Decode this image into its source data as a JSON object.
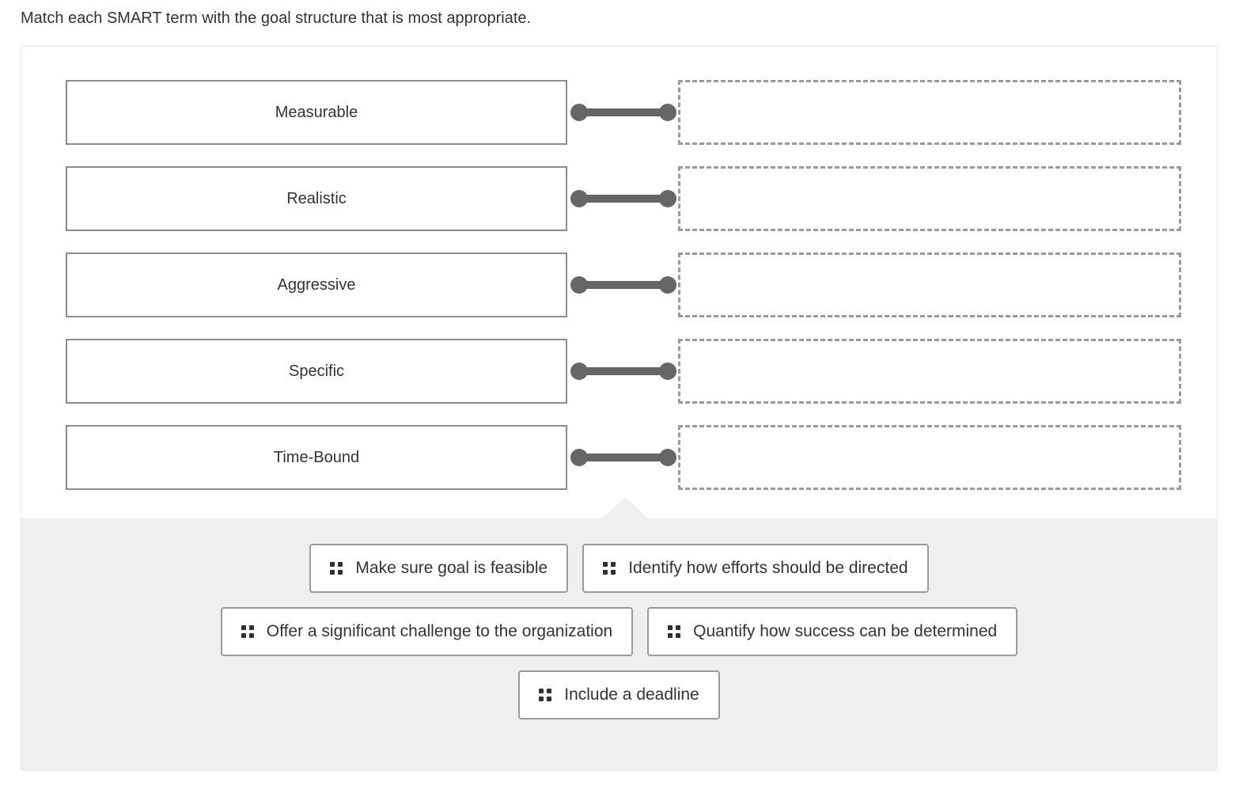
{
  "prompt": "Match each SMART term with the goal structure that is most appropriate.",
  "colors": {
    "page_background": "#ffffff",
    "panel_border": "#e8e8e8",
    "term_box_border": "#8c8c8c",
    "connector": "#666666",
    "drop_zone_border": "#9a9a9a",
    "tray_background": "#efefef",
    "chip_border": "#9b9b9b",
    "text": "#333333",
    "grip_dot": "#2f2f2f"
  },
  "match_rows": [
    {
      "term": "Measurable",
      "connector_icon": "dumbbell-connector-icon",
      "drop_zone_value": ""
    },
    {
      "term": "Realistic",
      "connector_icon": "dumbbell-connector-icon",
      "drop_zone_value": ""
    },
    {
      "term": "Aggressive",
      "connector_icon": "dumbbell-connector-icon",
      "drop_zone_value": ""
    },
    {
      "term": "Specific",
      "connector_icon": "dumbbell-connector-icon",
      "drop_zone_value": ""
    },
    {
      "term": "Time-Bound",
      "connector_icon": "dumbbell-connector-icon",
      "drop_zone_value": ""
    }
  ],
  "answer_bank": {
    "grip_icon": "drag-handle-icon",
    "rows": [
      [
        {
          "label": "Make sure goal is feasible"
        },
        {
          "label": "Identify how efforts should be directed"
        }
      ],
      [
        {
          "label": "Offer a significant challenge to the organization"
        },
        {
          "label": "Quantify how success can be determined"
        }
      ],
      [
        {
          "label": "Include a deadline"
        }
      ]
    ]
  }
}
